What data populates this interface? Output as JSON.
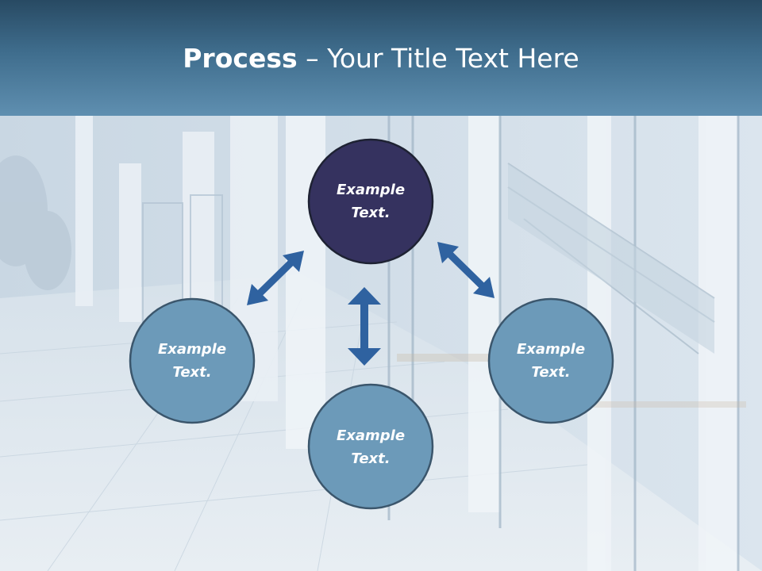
{
  "slide": {
    "title_bold": "Process",
    "title_rest": " – Your Title Text Here"
  },
  "colors": {
    "header_top": "#284a63",
    "header_bottom": "#5f8fb0",
    "center_node": "#35325f",
    "outer_node": "#6c9ab9",
    "node_border": "#1e3347",
    "arrow": "#2f62a0"
  },
  "nodes": [
    {
      "line1": "Example",
      "line2": "Text."
    },
    {
      "line1": "Example",
      "line2": "Text."
    },
    {
      "line1": "Example",
      "line2": "Text."
    },
    {
      "line1": "Example",
      "line2": "Text."
    }
  ]
}
